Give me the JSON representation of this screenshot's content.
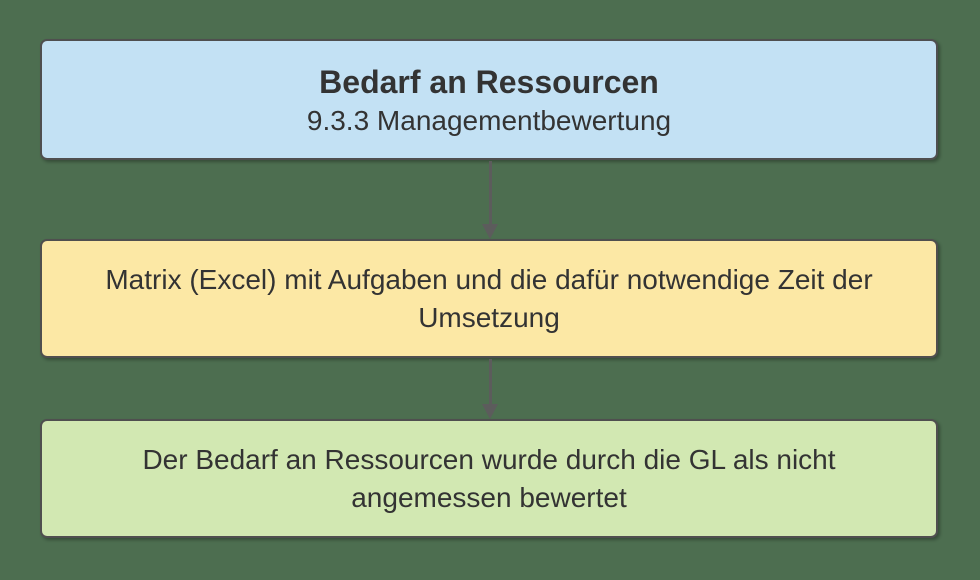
{
  "diagram": {
    "background_color": "#4d6e50",
    "text_color": "#333333",
    "node_border_color": "#4f4f4f",
    "arrow_color": "#5c5c5c",
    "nodes": [
      {
        "id": "bedarf-an-ressourcen",
        "title": "Bedarf an Ressourcen",
        "subtitle": "9.3.3 Managementbewertung",
        "fill_color": "#c3e1f4"
      },
      {
        "id": "matrix-excel",
        "text": "Matrix (Excel) mit Aufgaben und die dafür notwendige Zeit der Umsetzung",
        "lines": [
          "Matrix (Excel) mit Aufgaben und die dafür notwendige Zeit der",
          "Umsetzung"
        ],
        "fill_color": "#fce8a5"
      },
      {
        "id": "gl-bewertung",
        "text": "Der Bedarf an Ressourcen wurde durch die GL als nicht angemessen bewertet",
        "lines": [
          "Der Bedarf an Ressourcen wurde durch die GL als nicht",
          "angemessen bewertet"
        ],
        "fill_color": "#d2e8b2"
      }
    ],
    "connectors": [
      {
        "from": "bedarf-an-ressourcen",
        "to": "matrix-excel",
        "direction": "down"
      },
      {
        "from": "matrix-excel",
        "to": "gl-bewertung",
        "direction": "down"
      }
    ]
  }
}
